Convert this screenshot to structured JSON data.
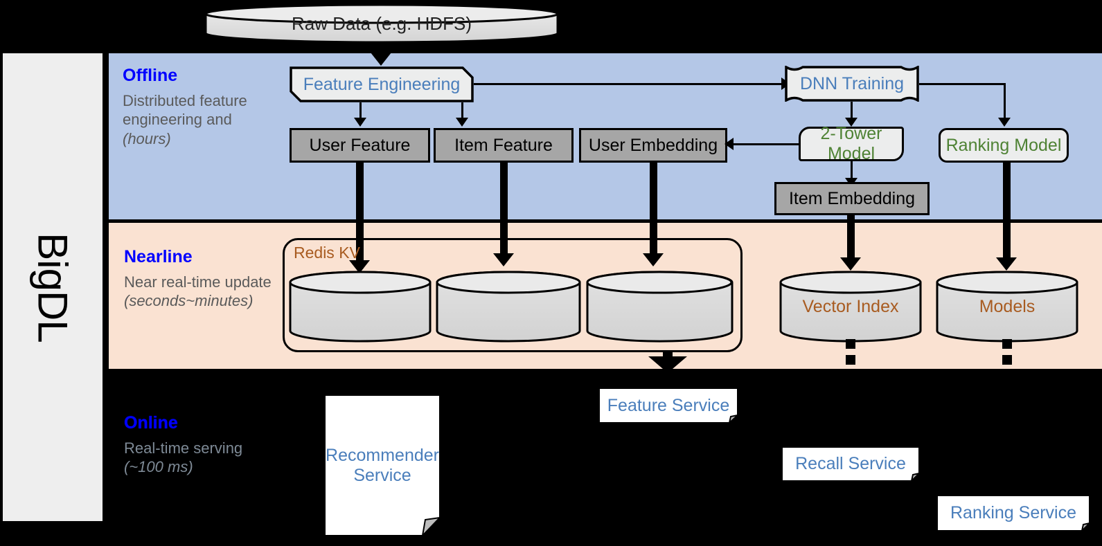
{
  "sidebar": {
    "label": "BigDL"
  },
  "bands": {
    "offline": {
      "title": "Offline",
      "description": "Distributed feature engineering and ",
      "description_italic": "(hours)",
      "color": "#b4c7e7"
    },
    "nearline": {
      "title": "Nearline",
      "description": "Near real-time update ",
      "description_italic": "(seconds~minutes)",
      "color": "#fae2d2"
    },
    "online": {
      "title": "Online",
      "description": "Real-time serving ",
      "description_italic": "(~100 ms)",
      "color": "#000000"
    }
  },
  "nodes": {
    "raw_data": "Raw Data (e.g. HDFS)",
    "feature_engineering": "Feature Engineering",
    "dnn_training": "DNN Training",
    "user_feature": "User Feature",
    "item_feature": "Item Feature",
    "user_embedding": "User Embedding",
    "two_tower_model": "2-Tower Model",
    "ranking_model": "Ranking Model",
    "item_embedding": "Item Embedding",
    "redis_kv": "Redis KV",
    "kv_store_1": "",
    "kv_store_2": "",
    "kv_store_3": "",
    "vector_index": "Vector Index",
    "models": "Models",
    "recommender_service": "Recommender Service",
    "feature_service": "Feature Service",
    "recall_service": "Recall Service",
    "ranking_service": "Ranking Service"
  },
  "colors": {
    "offline_band": "#b4c7e7",
    "nearline_band": "#fae2d2",
    "online_band": "#000000",
    "sidebar": "#eeeeee",
    "band_title": "#0000ff",
    "band_subtitle": "#5a5a5a",
    "process_text_blue": "#4a7ebb",
    "model_text_green": "#4e8234",
    "storage_text_brown": "#a85b20",
    "gray_box": "#a6a6a6",
    "light_box": "#eceded",
    "cylinder": "#d9d9d9"
  }
}
